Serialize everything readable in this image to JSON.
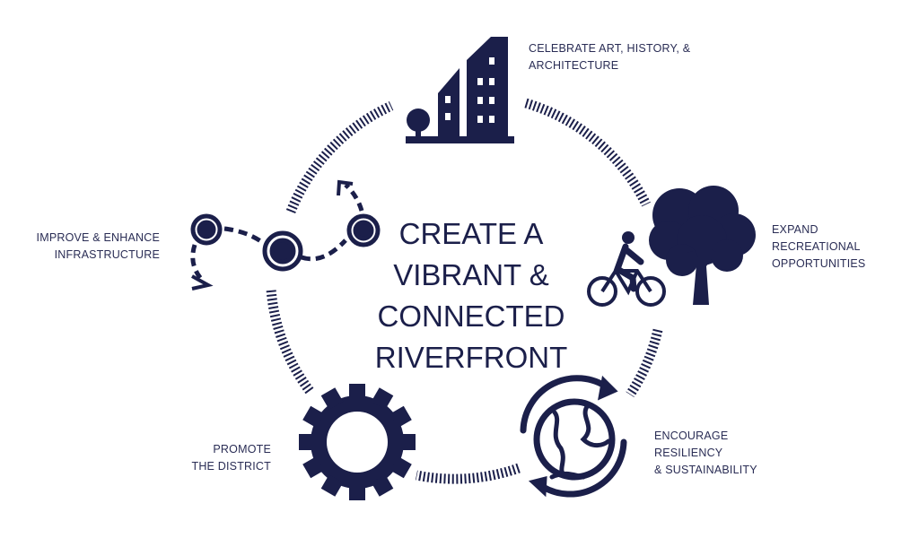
{
  "title": [
    "CREATE A",
    "VIBRANT &",
    "CONNECTED",
    "RIVERFRONT"
  ],
  "nodes": [
    {
      "id": "art",
      "label": [
        "CELEBRATE ART, HISTORY, &",
        "ARCHITECTURE"
      ],
      "icon": "building-icon"
    },
    {
      "id": "rec",
      "label": [
        "EXPAND",
        "RECREATIONAL",
        "OPPORTUNITIES"
      ],
      "icon": "tree-bicycle-icon"
    },
    {
      "id": "res",
      "label": [
        "ENCOURAGE",
        "RESILIENCY",
        "& SUSTAINABILITY"
      ],
      "icon": "globe-cycle-icon"
    },
    {
      "id": "promote",
      "label": [
        "PROMOTE",
        "THE DISTRICT"
      ],
      "icon": "gear-icon"
    },
    {
      "id": "infra",
      "label": [
        "IMPROVE & ENHANCE",
        "INFRASTRUCTURE"
      ],
      "icon": "path-nodes-icon"
    }
  ],
  "colors": {
    "primary": "#1b1f4a",
    "background": "#ffffff"
  }
}
